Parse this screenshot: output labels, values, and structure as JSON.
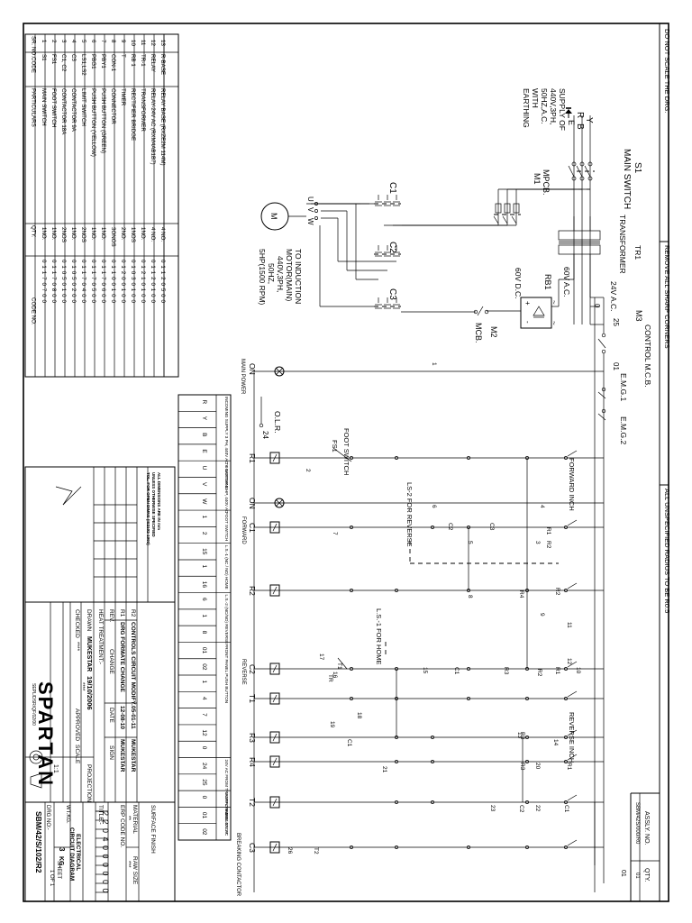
{
  "border_notes": [
    "DO NOT SCALE THE DRG.",
    "REMOVE ALL SHARP CORNERS",
    "ALL UNSPECIFIED RADIUS TO BE R0.5"
  ],
  "bom_header": {
    "sr": "SR. NO.",
    "code": "CODE",
    "particulars": "PARTICULARS",
    "qty": "QTY.",
    "code_no": "CODE NO."
  },
  "bom": [
    {
      "sr": "1",
      "code": "S1",
      "particulars": "MAIN SWITCH",
      "qty": "1NO.",
      "code_no": "0 1 1 7 0 7 0 0"
    },
    {
      "sr": "2",
      "code": "FS1",
      "particulars": "FOOT SWITCH",
      "qty": "1NO.",
      "code_no": "0 1 1 7 0 8 0 0"
    },
    {
      "sr": "3",
      "code": "C1, C2",
      "particulars": "CONTACTOR 18A",
      "qty": "2NOS",
      "code_no": "0 1 0 5 0 1 0 0"
    },
    {
      "sr": "4",
      "code": "C3",
      "particulars": "CONTACTOR 9A",
      "qty": "1NO.",
      "code_no": "0 1 0 5 0 2 0 0"
    },
    {
      "sr": "5",
      "code": "LS1,LS2",
      "particulars": "LIMIT SWITCH",
      "qty": "2NOS",
      "code_no": "0 1 1 7 0 4 0 0"
    },
    {
      "sr": "6",
      "code": "PBG1",
      "particulars": "PUSH BUTTON (YELLOW)",
      "qty": "1NO.",
      "code_no": "0 1 1 7 0 5 0 0"
    },
    {
      "sr": "7",
      "code": "PBY1",
      "particulars": "PUSH BUTTON (GREEN)",
      "qty": "1NO.",
      "code_no": "0 1 1 7 0 6 0 0"
    },
    {
      "sr": "8",
      "code": "CON-1",
      "particulars": "CONNECTOR",
      "qty": "3ONOS",
      "code_no": "0 1 1 0 0 1 0 0"
    },
    {
      "sr": "9",
      "code": "T",
      "particulars": "TIMER",
      "qty": "2NO.",
      "code_no": "0 1 2 0 0 1 0 0"
    },
    {
      "sr": "10",
      "code": "RB 1",
      "particulars": "RECTIFIER BRIDGE",
      "qty": "1NOS",
      "code_no": "0 1 0 3 0 1 0 0"
    },
    {
      "sr": "11",
      "code": "TR-1",
      "particulars": "TRANSFORMER",
      "qty": "1NO.",
      "code_no": "0 1 2 1 0 1 0 0"
    },
    {
      "sr": "12",
      "code": "RELAY",
      "particulars": "RELAY-24V AC (RXM4AB1B7)",
      "qty": "4 NO.",
      "code_no": "0 1 1 2 0 1 0 0"
    },
    {
      "sr": "13",
      "code": "R-BASE",
      "particulars": "RELAY BASE (RXZE2M 114M)",
      "qty": "4 NO.",
      "code_no": "0 1 1 2 0 5 0 0"
    }
  ],
  "supply": {
    "title": "SUPPLY OF",
    "lines": [
      "440V,3PH,",
      "50HZ,A.C.",
      "WITH",
      "EARTHING"
    ],
    "phases": [
      "R",
      "Y",
      "B",
      "E"
    ]
  },
  "power": {
    "main_switch": "MAIN SWITCH",
    "s1": "S1",
    "mpcb": "MPCB.",
    "m1": "M1",
    "transformer": "TRANSFORMER",
    "tr1": "TR1",
    "v24": "24V A.C.",
    "v60ac": "60V A.C.",
    "v60dc": "60V D.C.",
    "rb1": "RB1",
    "control_mcb": "CONTROL M.C.B.",
    "m3": "M3",
    "mcb": "MCB.",
    "m2": "M2",
    "c1": "C1",
    "c2": "C2",
    "c3": "C3",
    "motor": "M",
    "uvw": [
      "U",
      "V",
      "W"
    ],
    "motor_note": [
      "TO INDUCTION",
      "MOTOR(MAIN)",
      "440V,3PH,",
      "50HZ,",
      "5HP(1500 RPM)"
    ],
    "node_zero": "0",
    "node_25": "25",
    "node_01": "01"
  },
  "control": {
    "on_main_power": "ON",
    "main_power": "MAIN POWER",
    "emg1": "E.M.G.1",
    "emg2": "E.M.G.2",
    "olr": "O.L.R.",
    "n24": "24",
    "foot_switch": "FOOT SWITCH",
    "fs1": "FS1",
    "forward_inch": "FORWARD INCH",
    "ls2_for_reverse": "LS-2 FOR REVERSE",
    "ls1_for_home": "L.S.-1 FOR HOME",
    "reverse_inch": "REVERSE INCH",
    "on": "ON",
    "coils": [
      "R1",
      "C1",
      "R2",
      "C2",
      "T1",
      "R3",
      "R4",
      "T2",
      "C3"
    ],
    "coil_notes": [
      "FORWARD",
      "REVERSE",
      "BREAKING CONTACTOR"
    ],
    "nodes": [
      "1",
      "2",
      "3",
      "4",
      "5",
      "6",
      "7",
      "8",
      "9",
      "10",
      "11",
      "12",
      "13",
      "14",
      "15",
      "16",
      "17",
      "18",
      "19",
      "20",
      "21",
      "22",
      "23",
      "26"
    ],
    "contacts": [
      "R1",
      "R2",
      "C2",
      "C3",
      "C1",
      "R3",
      "R4",
      "T1",
      "TR",
      "T2"
    ]
  },
  "terminal_table": {
    "groups": [
      {
        "label": "INCOMING SUPPLY 3 PH, 440V AC + EARTHING",
        "terms": [
          "R",
          "Y",
          "B",
          "E"
        ]
      },
      {
        "label": "TO MOTOR 5 HP, 440V AC",
        "terms": [
          "U",
          "V",
          "W"
        ]
      },
      {
        "label": "FOOT SWITCH",
        "terms": [
          "1",
          "2"
        ]
      },
      {
        "label": "L.S.-1 (NC / NO) HOME",
        "terms": [
          "15",
          "1",
          "16"
        ]
      },
      {
        "label": "L.S.-2 (NC/NO) REVERSE",
        "terms": [
          "6",
          "1",
          "8"
        ]
      },
      {
        "label": "FRONT PANEL PUSH BUTTON",
        "terms": [
          "01",
          "02",
          "1",
          "4",
          "7",
          "12",
          "0"
        ]
      },
      {
        "label": "24V AC FROM TRANSFORMER",
        "terms": [
          "24",
          "25"
        ]
      },
      {
        "label": "SUPPLY FOR 440V AC",
        "terms": [
          "0"
        ]
      },
      {
        "label": "E.M.G. STOP",
        "terms": [
          "01",
          "02"
        ]
      }
    ]
  },
  "title_block": {
    "company": "SPARTAN",
    "company_sub": "SEPL/DSR/QF/02/00",
    "title_label": "TITLE:-",
    "title": [
      "ELECTRICAL",
      "CIRCUIT DIAGRAM"
    ],
    "drg_no_label": "DRG NO:-",
    "drg_no": "SBM/42/S/102/R2",
    "assy_no_label": "ASSLY. NO.",
    "assy_no": "SBM/42S/000/R0",
    "qty_label": "QTY.",
    "qty": "01",
    "surface_finish": "SURFACE FINISH",
    "material_label": "MATERIAL",
    "material": "**",
    "raw_size": "RAW SIZE",
    "raw_size_value": "***",
    "erp_code": "ERP CODE NO.",
    "erp_digits": "2 2 0 4 0 0 0 0 0 0",
    "wt_kg_label": "WT.KG.",
    "wt_kg": "3",
    "kg": "KG.",
    "sheet_label": "SHEET",
    "sheet": "1 OF 1",
    "scale_label": "SCALE",
    "scale": "1:1",
    "projection": "PROJECTION",
    "drawn_label": "DRAWN",
    "drawn_by": "MUKESTAR",
    "drawn_date": "19/10/2006",
    "checked_label": "CHECKED",
    "checked_by": "****",
    "approved_label": "APPROVED",
    "approved_by": "****",
    "heat_treatment": "HEAT TREATMENT:-",
    "rev": "REV.",
    "change": "CHANGE",
    "date": "DATE",
    "sign": "SIGN",
    "revisions": [
      {
        "rev": "R2",
        "change": "CONTROLS CIRCUIT MODIFY.",
        "date": "05-01-11",
        "sign": "MUKESTAR"
      },
      {
        "rev": "R1",
        "change": "DRG FORMATE CHANGE",
        "date": "12-08-10",
        "sign": "MUKESTAR"
      }
    ],
    "notes": [
      "ALL DIMENSIONS ARE IN mm",
      "UNLESS OTHERWISE SPECIFIED",
      "TOL. FOR OPEN DIMNS (IS2102-1993)"
    ]
  }
}
